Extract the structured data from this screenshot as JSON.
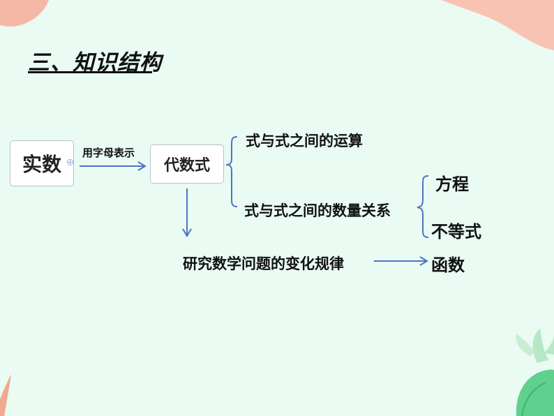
{
  "section_title": "三、知识结构",
  "nodes": {
    "real_numbers": "实数",
    "algebraic_expressions": "代数式",
    "operations": "式与式之间的运算",
    "quantity_relations": "式与式之间的数量关系",
    "equations": "方程",
    "inequalities": "不等式",
    "study_changes": "研究数学问题的变化规律",
    "functions": "函数"
  },
  "arrow_labels": {
    "letters_represent": "用字母表示"
  },
  "expand_icon": "+",
  "colors": {
    "background": "#e9fbf3",
    "arrow": "#4e72c4",
    "decor_coral": "#f6b8a6",
    "decor_green": "#9fe0b9"
  }
}
